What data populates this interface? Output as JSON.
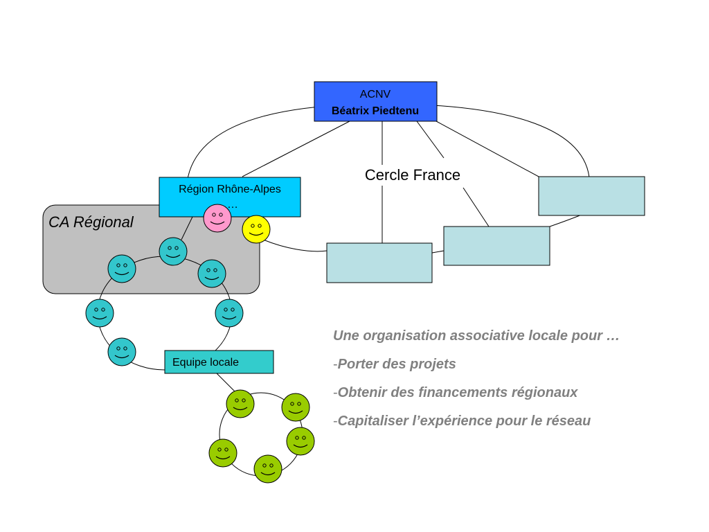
{
  "nodes": {
    "acnv": {
      "line1": "ACNV",
      "line2": "Béatrix Piedtenu"
    },
    "cercle_label": "Cercle France",
    "region_label": "Région Rhône-Alpes",
    "region_ellipsis": "…",
    "ca_label": "CA Régional",
    "equipe_label": "Equipe locale"
  },
  "caption": {
    "title": "Une organisation associative locale pour …",
    "bullets": [
      "Porter des projets",
      "Obtenir des financements régionaux",
      "Capitaliser l’expérience pour le réseau"
    ],
    "dash": "-"
  },
  "colors": {
    "acnv_fill": "#3366ff",
    "region_fill": "#00ccff",
    "equipe_fill": "#33cccc",
    "empty_box_fill": "#b9e0e4",
    "ca_fill": "#c0c0c0",
    "smiley_cyan": "#33c6cc",
    "smiley_green": "#99cc00",
    "smiley_pink": "#ff99cc",
    "smiley_yellow": "#ffff00",
    "caption_text": "#808080"
  }
}
